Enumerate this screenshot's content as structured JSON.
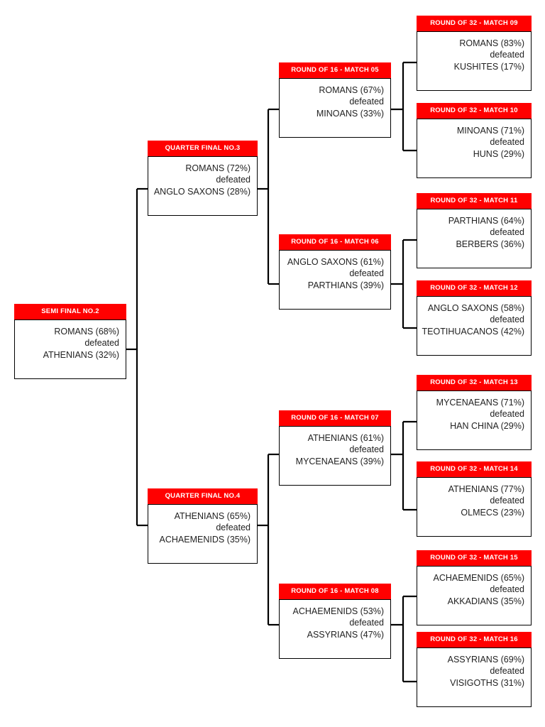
{
  "diagram": {
    "type": "tournament-bracket",
    "orientation": "right-to-left",
    "colors": {
      "header_background": "#ff0000",
      "header_text": "#ffffff",
      "body_background": "#ffffff",
      "body_border": "#000000",
      "body_text": "#222222",
      "connector": "#000000"
    },
    "verb": "defeated"
  },
  "matches": {
    "semi_final_2": {
      "header": "SEMI FINAL NO.2",
      "winner": "ROMANS (68%)",
      "verb": "defeated",
      "loser": "ATHENIANS (32%)"
    },
    "quarter_final_3": {
      "header": "QUARTER FINAL NO.3",
      "winner": "ROMANS (72%)",
      "verb": "defeated",
      "loser": "ANGLO SAXONS (28%)"
    },
    "quarter_final_4": {
      "header": "QUARTER FINAL NO.4",
      "winner": "ATHENIANS (65%)",
      "verb": "defeated",
      "loser": "ACHAEMENIDS (35%)"
    },
    "round16_match05": {
      "header": "ROUND OF 16 - MATCH 05",
      "winner": "ROMANS (67%)",
      "verb": "defeated",
      "loser": "MINOANS (33%)"
    },
    "round16_match06": {
      "header": "ROUND OF 16 - MATCH 06",
      "winner": "ANGLO SAXONS (61%)",
      "verb": "defeated",
      "loser": "PARTHIANS (39%)"
    },
    "round16_match07": {
      "header": "ROUND OF 16 - MATCH 07",
      "winner": "ATHENIANS (61%)",
      "verb": "defeated",
      "loser": "MYCENAEANS (39%)"
    },
    "round16_match08": {
      "header": "ROUND OF 16 - MATCH 08",
      "winner": "ACHAEMENIDS (53%)",
      "verb": "defeated",
      "loser": "ASSYRIANS (47%)"
    },
    "round32_match09": {
      "header": "ROUND OF 32 - MATCH 09",
      "winner": "ROMANS (83%)",
      "verb": "defeated",
      "loser": "KUSHITES (17%)"
    },
    "round32_match10": {
      "header": "ROUND OF 32 - MATCH 10",
      "winner": "MINOANS (71%)",
      "verb": "defeated",
      "loser": "HUNS (29%)"
    },
    "round32_match11": {
      "header": "ROUND OF 32 - MATCH 11",
      "winner": "PARTHIANS (64%)",
      "verb": "defeated",
      "loser": "BERBERS (36%)"
    },
    "round32_match12": {
      "header": "ROUND OF 32 - MATCH 12",
      "winner": "ANGLO SAXONS (58%)",
      "verb": "defeated",
      "loser": "TEOTIHUACANOS (42%)"
    },
    "round32_match13": {
      "header": "ROUND OF 32 - MATCH 13",
      "winner": "MYCENAEANS (71%)",
      "verb": "defeated",
      "loser": "HAN CHINA (29%)"
    },
    "round32_match14": {
      "header": "ROUND OF 32 - MATCH 14",
      "winner": "ATHENIANS (77%)",
      "verb": "defeated",
      "loser": "OLMECS (23%)"
    },
    "round32_match15": {
      "header": "ROUND OF 32 - MATCH 15",
      "winner": "ACHAEMENIDS (65%)",
      "verb": "defeated",
      "loser": "AKKADIANS (35%)"
    },
    "round32_match16": {
      "header": "ROUND OF 32 - MATCH 16",
      "winner": "ASSYRIANS (69%)",
      "verb": "defeated",
      "loser": "VISIGOTHS (31%)"
    }
  }
}
